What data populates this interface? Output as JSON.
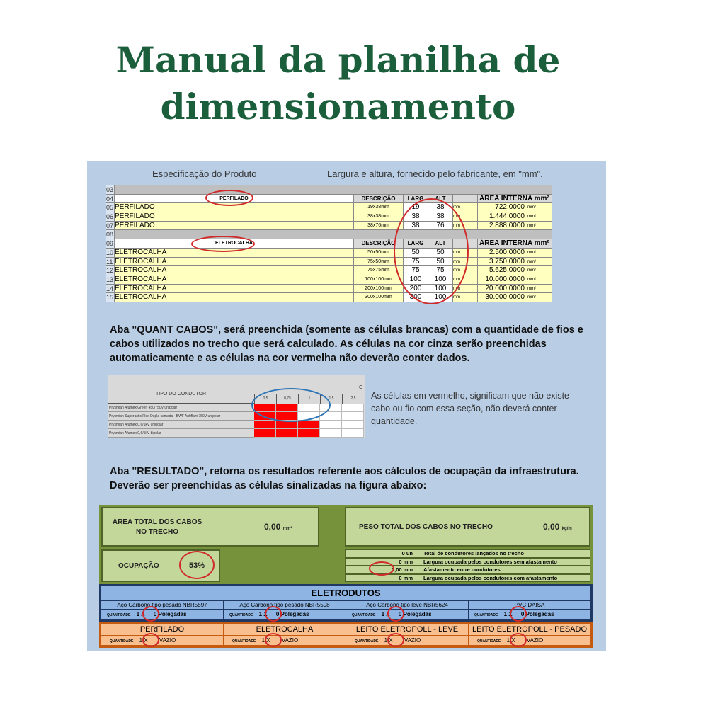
{
  "title": "Manual da planilha de dimensionamento",
  "notes": {
    "spec": "Especificação do Produto",
    "dims": "Largura e altura, fornecido pelo fabricante, em \"mm\"."
  },
  "sheet": {
    "row_numbers": [
      "03",
      "04",
      "05",
      "06",
      "07",
      "08",
      "09",
      "10",
      "11",
      "12",
      "13",
      "14",
      "15"
    ],
    "headers": {
      "perfilado": "PERFILADO",
      "eletrocalha": "ELETROCALHA",
      "descricao": "DESCRIÇÃO",
      "larg": "LARG",
      "alt": "ALT",
      "area": "ÁREA INTERNA mm²"
    },
    "perfilado_rows": [
      {
        "name": "PERFILADO",
        "desc": "19x38mm",
        "larg": "19",
        "alt": "38",
        "unit": "mm",
        "area": "722,0000",
        "area_unit": "mm²"
      },
      {
        "name": "PERFILADO",
        "desc": "38x38mm",
        "larg": "38",
        "alt": "38",
        "unit": "mm",
        "area": "1.444,0000",
        "area_unit": "mm²"
      },
      {
        "name": "PERFILADO",
        "desc": "38x76mm",
        "larg": "38",
        "alt": "76",
        "unit": "mm",
        "area": "2.888,0000",
        "area_unit": "mm²"
      }
    ],
    "eletrocalha_rows": [
      {
        "name": "ELETROCALHA",
        "desc": "50x50mm",
        "larg": "50",
        "alt": "50",
        "unit": "mm",
        "area": "2.500,0000",
        "area_unit": "mm²"
      },
      {
        "name": "ELETROCALHA",
        "desc": "75x50mm",
        "larg": "75",
        "alt": "50",
        "unit": "mm",
        "area": "3.750,0000",
        "area_unit": "mm²"
      },
      {
        "name": "ELETROCALHA",
        "desc": "75x75mm",
        "larg": "75",
        "alt": "75",
        "unit": "mm",
        "area": "5.625,0000",
        "area_unit": "mm²"
      },
      {
        "name": "ELETROCALHA",
        "desc": "100x100mm",
        "larg": "100",
        "alt": "100",
        "unit": "mm",
        "area": "10.000,0000",
        "area_unit": "mm²"
      },
      {
        "name": "ELETROCALHA",
        "desc": "200x100mm",
        "larg": "200",
        "alt": "100",
        "unit": "mm",
        "area": "20.000,0000",
        "area_unit": "mm²"
      },
      {
        "name": "ELETROCALHA",
        "desc": "300x100mm",
        "larg": "300",
        "alt": "100",
        "unit": "mm",
        "area": "30.000,0000",
        "area_unit": "mm²"
      }
    ]
  },
  "para1": "Aba \"QUANT CABOS\", será preenchida (somente as células brancas) com a quantidade de fios e cabos utilizados no trecho que será calculado. As células na cor cinza serão preenchidas automaticamente e as células na cor vermelha não deverão conter dados.",
  "quant": {
    "header": "TIPO DO CONDUTOR",
    "group": "C",
    "sections": [
      "0,5",
      "0,75",
      "1",
      "1,5",
      "2,5"
    ],
    "conductors": [
      "Prysmian Afumex Green 450/750V unipolar",
      "Prysmian Superastic Flex Dupla camada - BWF Antiflam 750V unipolar",
      "Prysmian Afumex 0,6/1kV unipolar",
      "Prysmian Afumex 0,6/1kV bipolar"
    ],
    "red_cells_per_row": [
      2,
      2,
      3,
      3
    ],
    "red_color": "#ff0000",
    "note": "As células em vermelho, significam que não existe cabo ou fio com essa seção, não deverá conter quantidade."
  },
  "para2": "Aba \"RESULTADO\", retorna os resultados referente aos cálculos de ocupação da infraestrutura. Deverão ser preenchidas as células sinalizadas na figura abaixo:",
  "result": {
    "area_label": "ÁREA TOTAL DOS CABOS NO TRECHO",
    "area_value": "0,00",
    "area_unit": "mm²",
    "peso_label": "PESO TOTAL DOS CABOS NO TRECHO",
    "peso_value": "0,00",
    "peso_unit": "kg/m",
    "ocup_label": "OCUPAÇÃO",
    "ocup_value": "53%",
    "details": [
      {
        "v": "0 un",
        "t": "Total de condutores lançados no trecho"
      },
      {
        "v": "0 mm",
        "t": "Largura ocupada pelos condutores sem afastamento"
      },
      {
        "v": "1,00 mm",
        "t": "Afastamento entre condutores"
      },
      {
        "v": "0 mm",
        "t": "Largura ocupada pelos condutores com afastamento"
      }
    ],
    "eletrodutos_title": "ELETRODUTOS",
    "eletrodutos": [
      {
        "name": "Aço Carbono tipo pesado NBR5597",
        "qty": "1",
        "x": "X",
        "size": "0",
        "unit": "Polegadas"
      },
      {
        "name": "Aço Carbono tipo pesado NBR5598",
        "qty": "1",
        "x": "X",
        "size": "0",
        "unit": "Polegadas"
      },
      {
        "name": "Aço Carbono tipo leve NBR5624",
        "qty": "1",
        "x": "X",
        "size": "0",
        "unit": "Polegadas"
      },
      {
        "name": "PVC DAISA",
        "qty": "1",
        "x": "X",
        "size": "0",
        "unit": "Polegadas"
      }
    ],
    "qty_label": "QUANTIDADE",
    "bandejas": [
      {
        "name": "PERFILADO",
        "qty": "1",
        "x": "X",
        "state": "VAZIO"
      },
      {
        "name": "ELETROCALHA",
        "qty": "1",
        "x": "X",
        "state": "VAZIO"
      },
      {
        "name": "LEITO ELETROPOLL - LEVE",
        "qty": "1",
        "x": "X",
        "state": "VAZIO"
      },
      {
        "name": "LEITO ELETROPOLL - PESADO",
        "qty": "1",
        "x": "X",
        "state": "VAZIO"
      }
    ]
  }
}
